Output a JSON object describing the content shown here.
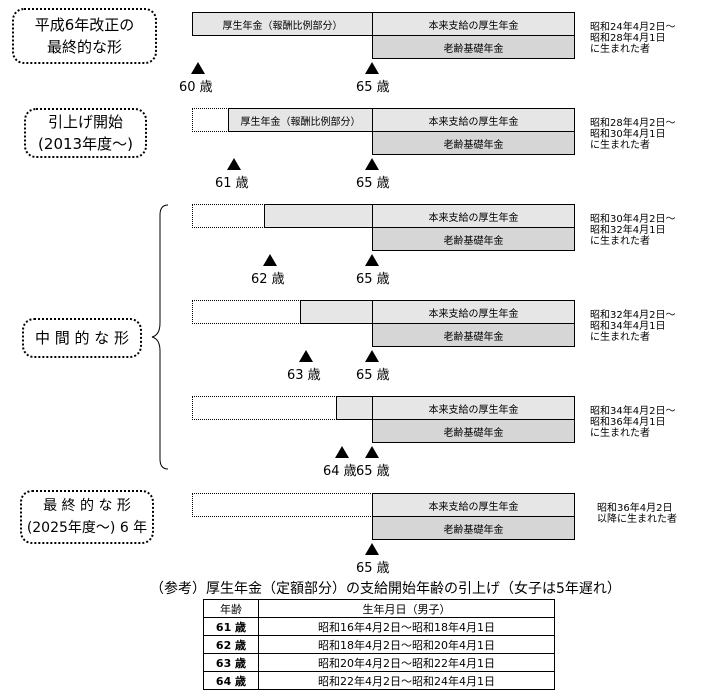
{
  "labels": {
    "stage1": [
      "平成6年改正の",
      "最終的な形"
    ],
    "stage2": [
      "引上げ開始",
      "(2013年度～)"
    ],
    "stage3": [
      "中 間 的 な 形"
    ],
    "stage4": [
      "最 終 的 な 形",
      "(2025年度～) 6 年"
    ]
  },
  "bars": {
    "kosei_hirei": "厚生年金（報酬比例部分）",
    "honrai_kosei": "本来支給の厚生年金",
    "rorei_kiso": "老齢基礎年金"
  },
  "rows": [
    {
      "start_age": "60 歳",
      "start_age_value": 60,
      "end_age": "65 歳",
      "birth": "昭和24年4月2日～\n昭和28年4月1日\nに生まれた者",
      "show_label": true
    },
    {
      "start_age": "61 歳",
      "start_age_value": 61,
      "end_age": "65 歳",
      "birth": "昭和28年4月2日～\n昭和30年4月1日\nに生まれた者",
      "show_label": true
    },
    {
      "start_age": "62 歳",
      "start_age_value": 62,
      "end_age": "65 歳",
      "birth": "昭和30年4月2日～\n昭和32年4月1日\nに生まれた者",
      "show_label": false
    },
    {
      "start_age": "63 歳",
      "start_age_value": 63,
      "end_age": "65 歳",
      "birth": "昭和32年4月2日～\n昭和34年4月1日\nに生まれた者",
      "show_label": false
    },
    {
      "start_age": "64 歳",
      "start_age_value": 64,
      "end_age": "65 歳",
      "birth": "昭和34年4月2日～\n昭和36年4月1日\nに生まれた者",
      "show_label": false
    },
    {
      "start_age": "",
      "start_age_value": 65,
      "end_age": "65 歳",
      "birth": "昭和36年4月2日\n以降に生まれた者",
      "show_label": false
    }
  ],
  "reference": {
    "title": "（参考）厚生年金（定額部分）の支給開始年齢の引上げ（女子は5年遅れ）",
    "headers": [
      "年齢",
      "生年月日（男子）"
    ],
    "rows": [
      [
        "61 歳",
        "昭和16年4月2日～昭和18年4月1日"
      ],
      [
        "62 歳",
        "昭和18年4月2日～昭和20年4月1日"
      ],
      [
        "63 歳",
        "昭和20年4月2日～昭和22年4月1日"
      ],
      [
        "64 歳",
        "昭和22年4月2日～昭和24年4月1日"
      ]
    ]
  }
}
